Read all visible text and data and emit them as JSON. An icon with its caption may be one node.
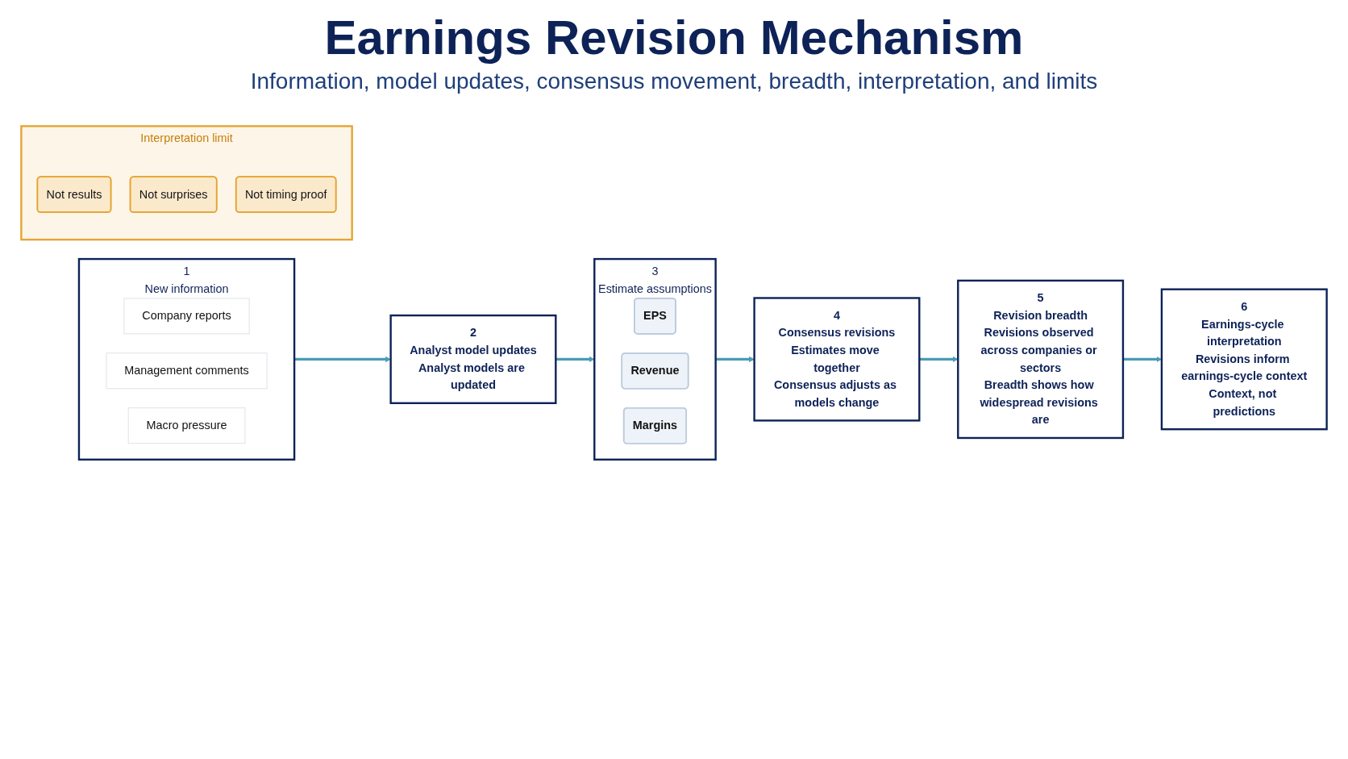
{
  "diagram": {
    "title": "Earnings Revision Mechanism",
    "nodes": [
      {
        "text": [
          "1",
          "New information"
        ]
      },
      {
        "text": [
          "Company reports"
        ],
        "in": 0
      },
      {
        "text": [
          "Management comments"
        ],
        "in": 0
      },
      {
        "text": [
          "Macro pressure"
        ],
        "in": 0
      },
      {
        "text": [
          "2",
          "Analyst model updates",
          "Analyst models are updated"
        ]
      },
      {
        "text": [
          "3",
          "Estimate assumptions"
        ]
      },
      {
        "text": [
          "EPS"
        ],
        "in": 5
      },
      {
        "text": [
          "Revenue"
        ],
        "in": 5
      },
      {
        "text": [
          "Margins"
        ],
        "in": 5
      },
      {
        "text": [
          "4",
          "Consensus revisions",
          "Estimates move together",
          "Consensus adjusts as models change"
        ]
      },
      {
        "text": [
          "5",
          "Revision breadth",
          "Revisions observed across companies or sectors",
          "Breadth shows how widespread revisions are"
        ]
      },
      {
        "text": [
          "6",
          "Earnings-cycle interpretation",
          "Revisions inform earnings-cycle context",
          "Context, not predictions"
        ]
      },
      {
        "text": [
          "Interpretation limit"
        ]
      },
      {
        "text": [
          "Not results"
        ],
        "in": 12
      },
      {
        "text": [
          "Not surprises"
        ],
        "in": 12
      },
      {
        "text": [
          "Not timing proof"
        ],
        "in": 12
      }
    ],
    "edges": [
      {
        "from": 0,
        "to": 4,
        "arrow": "to"
      },
      {
        "from": 4,
        "to": 5,
        "arrow": "to"
      },
      {
        "from": 5,
        "to": 9,
        "arrow": "to"
      },
      {
        "from": 9,
        "to": 10,
        "arrow": "to"
      },
      {
        "from": 10,
        "to": 11,
        "arrow": "to"
      }
    ],
    "labels": [
      "Information, model updates, consensus movement, breadth, interpretation, and limits"
    ]
  }
}
